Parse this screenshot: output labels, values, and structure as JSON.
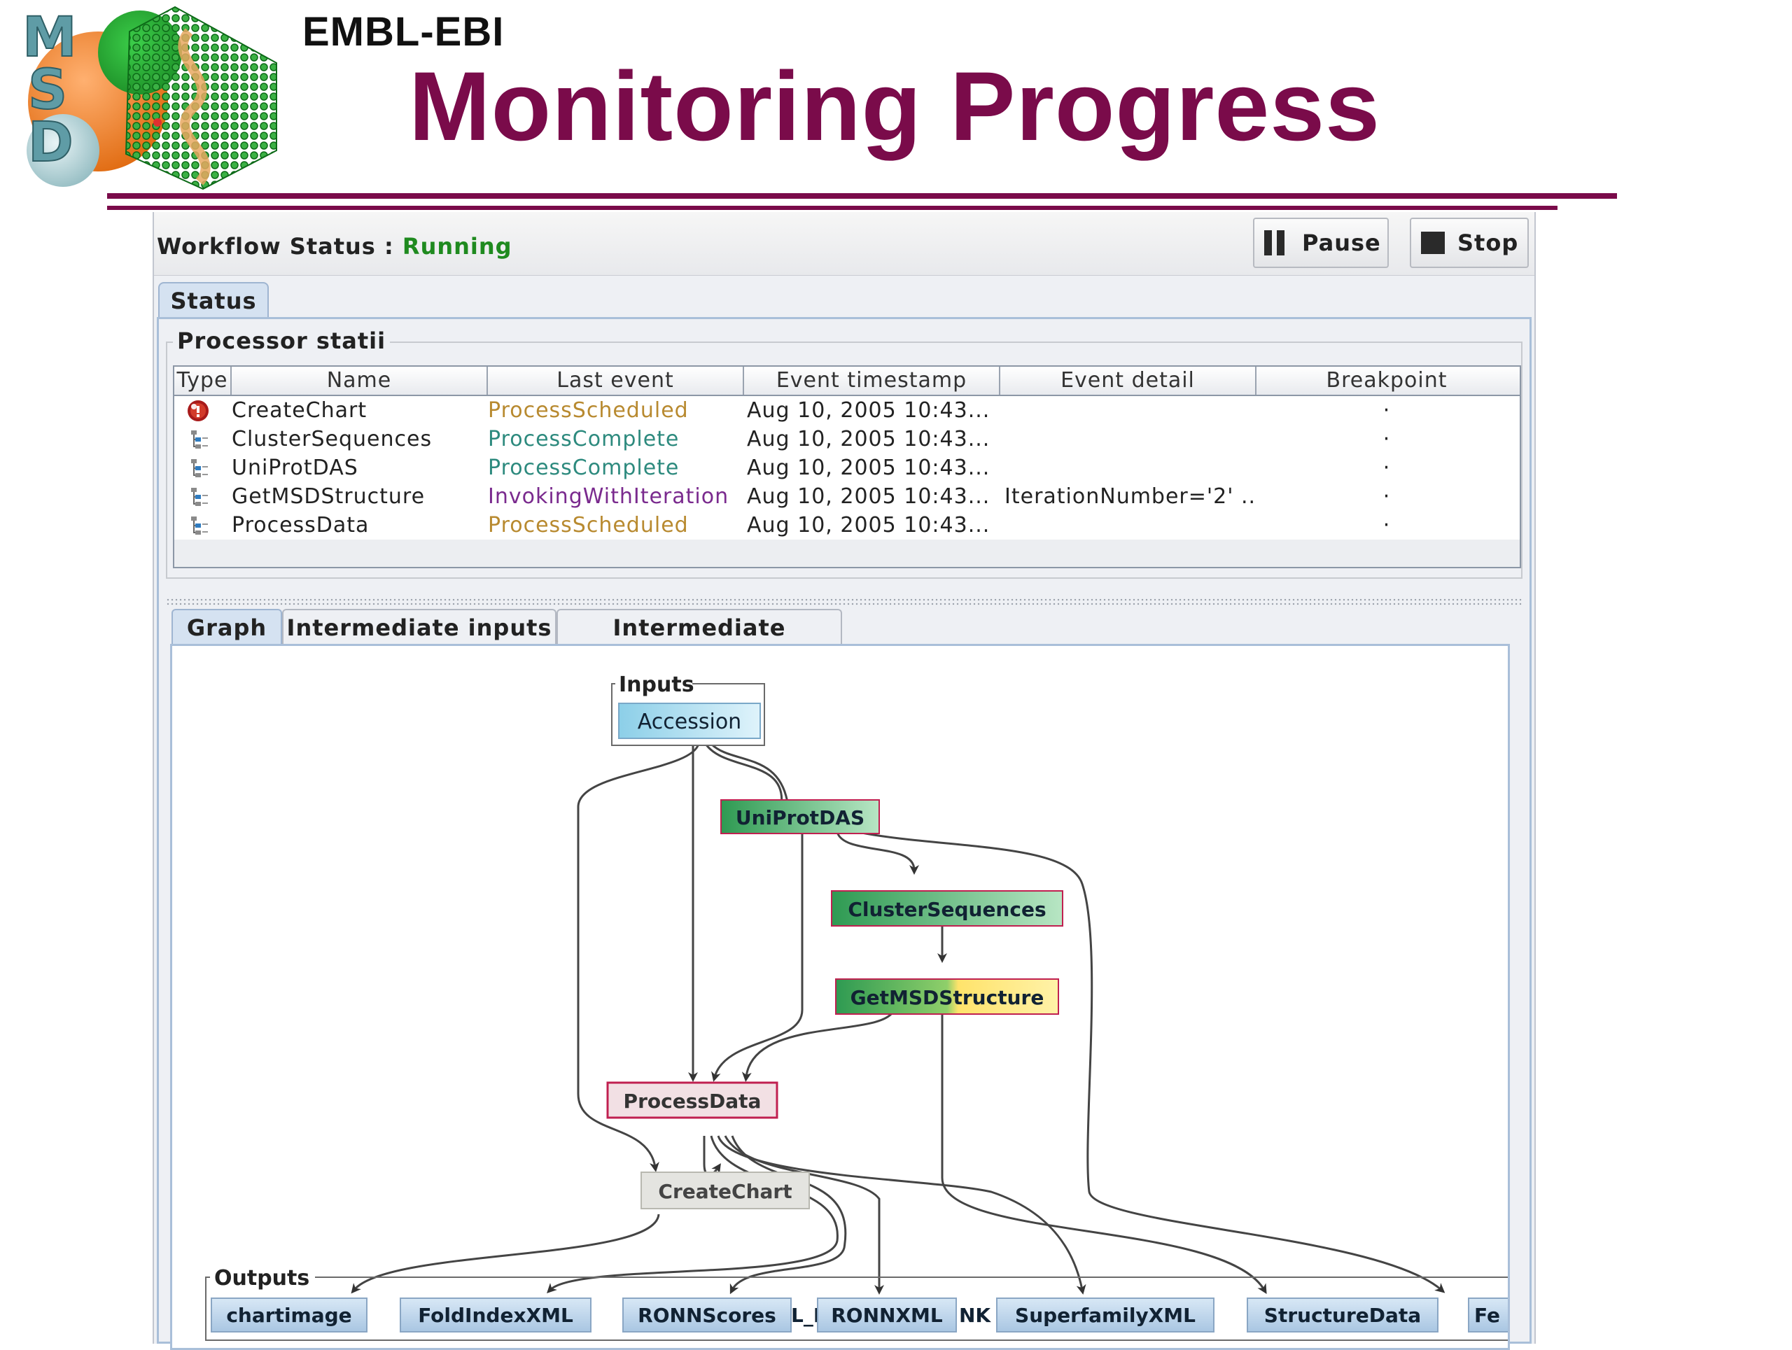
{
  "header": {
    "org": "EMBL-EBI",
    "title": "Monitoring Progress"
  },
  "toolbar": {
    "status_label": "Workflow Status : ",
    "status_value": "Running",
    "pause_label": "Pause",
    "stop_label": "Stop"
  },
  "tabs": {
    "status": "Status",
    "processor_group": "Processor statii"
  },
  "table": {
    "columns": [
      "Type",
      "Name",
      "Last event",
      "Event timestamp",
      "Event detail",
      "Breakpoint"
    ],
    "rows": [
      {
        "icon": "error-icon",
        "name": "CreateChart",
        "last_event": "ProcessScheduled",
        "timestamp": "Aug 10, 2005 10:43...",
        "detail": "",
        "breakpoint": "·"
      },
      {
        "icon": "processor-icon",
        "name": "ClusterSequences",
        "last_event": "ProcessComplete",
        "timestamp": "Aug 10, 2005 10:43...",
        "detail": "",
        "breakpoint": "·"
      },
      {
        "icon": "processor-icon",
        "name": "UniProtDAS",
        "last_event": "ProcessComplete",
        "timestamp": "Aug 10, 2005 10:43...",
        "detail": "",
        "breakpoint": "·"
      },
      {
        "icon": "processor-icon",
        "name": "GetMSDStructure",
        "last_event": "InvokingWithIteration",
        "timestamp": "Aug 10, 2005 10:43...",
        "detail": "IterationNumber='2' ...",
        "breakpoint": "·"
      },
      {
        "icon": "processor-icon",
        "name": "ProcessData",
        "last_event": "ProcessScheduled",
        "timestamp": "Aug 10, 2005 10:43...",
        "detail": "",
        "breakpoint": "·"
      }
    ]
  },
  "subtabs": [
    "Graph",
    "Intermediate inputs",
    "Intermediate outputs"
  ],
  "graph": {
    "inputs_label": "Inputs",
    "outputs_label": "Outputs",
    "input_nodes": [
      "Accession"
    ],
    "processors": [
      "UniProtDAS",
      "ClusterSequences",
      "GetMSDStructure",
      "ProcessData",
      "CreateChart"
    ],
    "output_nodes": [
      "chartimage",
      "FoldIndexXML",
      "RONNScores",
      "RONNXML",
      "SuperfamilyXML",
      "StructureData",
      "Fe"
    ],
    "overlap_fragments": [
      "L_I",
      "NK"
    ]
  },
  "colors": {
    "title": "#7a0b4a",
    "running": "#1f8a1f",
    "input_node": "#a9dcf0",
    "complete_node": "#3aaa5c",
    "iterating_node": "#ffe36b",
    "scheduled_node": "#f2e0e4",
    "pending_node": "#e4e4e0",
    "output_node": "#bcd4ea"
  }
}
